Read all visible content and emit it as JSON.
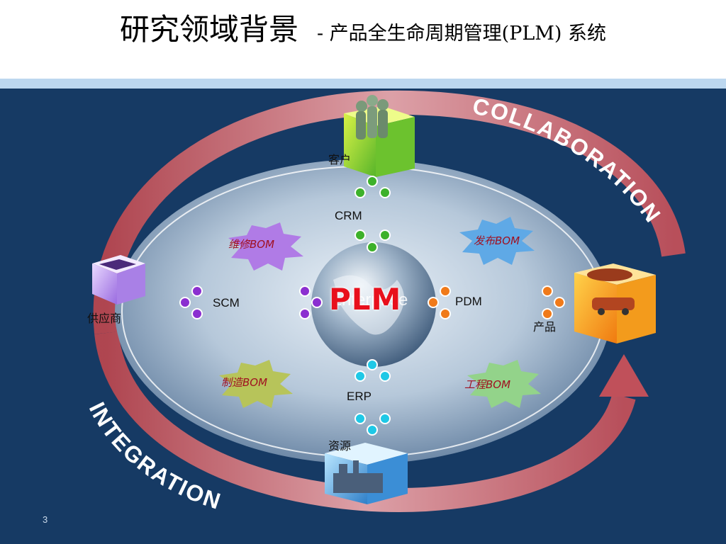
{
  "title": {
    "main": "研究领域背景",
    "sub": "- 产品全生命周期管理(PLM) 系统"
  },
  "diagram": {
    "arrows": {
      "top": "COLLABORATION",
      "bottom": "INTEGRATION"
    },
    "center": {
      "label": "PLM",
      "faded_text": "Enterprise"
    },
    "nodes": {
      "customer": "客户",
      "supplier": "供应商",
      "product": "产品",
      "resources": "资源"
    },
    "systems": {
      "crm": "CRM",
      "scm": "SCM",
      "pdm": "PDM",
      "erp": "ERP"
    },
    "boms": {
      "maintenance": "维修BOM",
      "release": "发布BOM",
      "manufacturing": "制造BOM",
      "engineering": "工程BOM"
    }
  },
  "page_number": "3",
  "colors": {
    "background": "#163a64",
    "title_band": "#bcd7ef",
    "arrow": "#c8535e",
    "plm_red": "#e8101c",
    "green_nodes": "#3db12a",
    "purple_nodes": "#8b2fd0",
    "orange_nodes": "#f07a1a",
    "cyan_nodes": "#1fc8e6"
  }
}
